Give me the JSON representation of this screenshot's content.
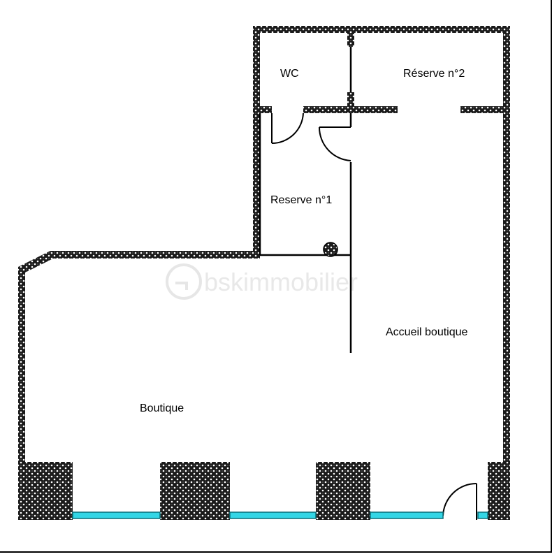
{
  "plan": {
    "rooms": [
      {
        "id": "wc",
        "label": "WC"
      },
      {
        "id": "reserve2",
        "label": "Réserve n°2"
      },
      {
        "id": "reserve1",
        "label": "Reserve n°1"
      },
      {
        "id": "accueil",
        "label": "Accueil boutique"
      },
      {
        "id": "boutique",
        "label": "Boutique"
      }
    ],
    "watermark": "bskimmobilier"
  },
  "colors": {
    "wall_fill": "#1a1a1a",
    "wall_speckle": "#ffffff",
    "glass": "#33d6e6",
    "line": "#000000",
    "background": "#ffffff"
  }
}
